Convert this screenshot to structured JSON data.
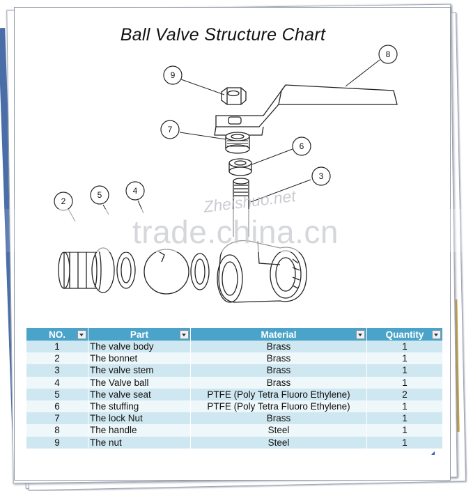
{
  "title": "Ball Valve Structure Chart",
  "callouts": [
    "9",
    "8",
    "7",
    "6",
    "3",
    "2",
    "5",
    "4"
  ],
  "watermarks": {
    "small": "Zheishuo.net",
    "large": "trade.china.cn"
  },
  "table": {
    "headers": [
      "NO.",
      "Part",
      "Material",
      "Quantity"
    ],
    "rows": [
      [
        "1",
        "The valve body",
        "Brass",
        "1"
      ],
      [
        "2",
        "The bonnet",
        "Brass",
        "1"
      ],
      [
        "3",
        "The valve stem",
        "Brass",
        "1"
      ],
      [
        "4",
        "The Valve ball",
        "Brass",
        "1"
      ],
      [
        "5",
        "The valve seat",
        "PTFE (Poly Tetra Fluoro Ethylene)",
        "2"
      ],
      [
        "6",
        "The stuffing",
        "PTFE (Poly Tetra Fluoro Ethylene)",
        "1"
      ],
      [
        "7",
        "The lock Nut",
        "Brass",
        "1"
      ],
      [
        "8",
        "The handle",
        "Steel",
        "1"
      ],
      [
        "9",
        "The nut",
        "Steel",
        "1"
      ]
    ]
  },
  "colors": {
    "header": "#4aa3c9",
    "row_odd": "#cfe7f0",
    "row_even": "#eef7fa",
    "page_edge_blue": "#4a6ea8",
    "page_edge_gold": "#c9a23a"
  }
}
